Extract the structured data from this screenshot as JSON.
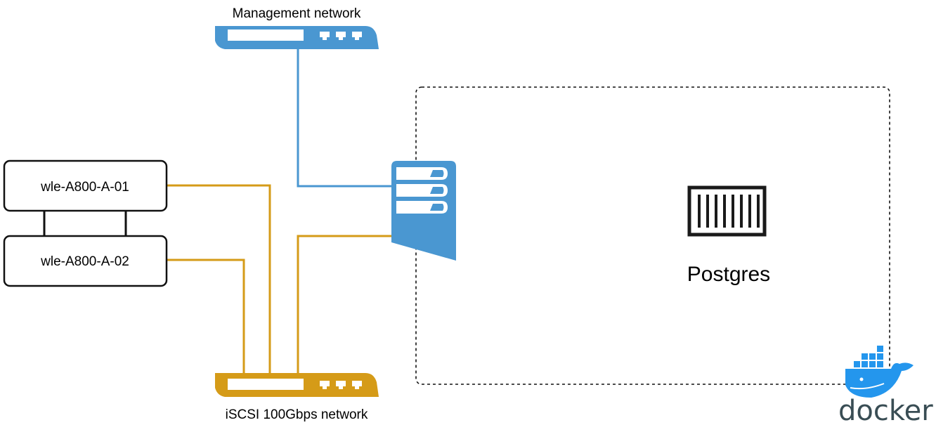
{
  "labels": {
    "management_network": "Management network",
    "iscsi_network": "iSCSI 100Gbps network",
    "node_01": "wle-A800-A-01",
    "node_02": "wle-A800-A-02",
    "container_name": "Postgres",
    "docker_logo_text": "docker"
  },
  "colors": {
    "management": "#4a97d1",
    "iscsi": "#d59b18",
    "docker_blue": "#2496ed",
    "docker_text": "#394d54"
  },
  "icons": {
    "management_switch": "network-switch-icon",
    "iscsi_switch": "network-switch-icon",
    "server": "server-icon",
    "container": "container-icon",
    "docker": "docker-logo"
  }
}
